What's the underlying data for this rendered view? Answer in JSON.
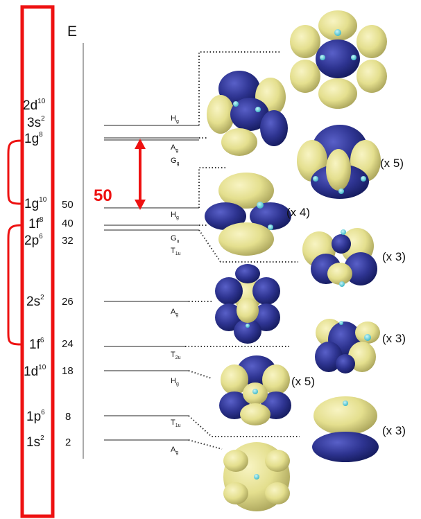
{
  "axis_label": "E",
  "gap_label": "50",
  "colors": {
    "frame": "#ee1111",
    "orbital_yellow": "#e4df8e",
    "orbital_blue": "#2e3491",
    "atom": "#59d2dd"
  },
  "shells": [
    {
      "main": "2d",
      "sup": "10"
    },
    {
      "main": "3s",
      "sup": "2"
    },
    {
      "main": "1g",
      "sup": "8"
    },
    {
      "main": "1g",
      "sup": "10"
    },
    {
      "main": "1f",
      "sup": "8"
    },
    {
      "main": "2p",
      "sup": "6"
    },
    {
      "main": "2s",
      "sup": "2"
    },
    {
      "main": "1f",
      "sup": "6"
    },
    {
      "main": "1d",
      "sup": "10"
    },
    {
      "main": "1p",
      "sup": "6"
    },
    {
      "main": "1s",
      "sup": "2"
    }
  ],
  "electron_counts": [
    "50",
    "40",
    "32",
    "26",
    "24",
    "18",
    "8",
    "2"
  ],
  "levels": [
    {
      "main": "H",
      "sub": "g"
    },
    {
      "main": "A",
      "sub": "g"
    },
    {
      "main": "G",
      "sub": "g"
    },
    {
      "main": "H",
      "sub": "g"
    },
    {
      "main": "G",
      "sub": "u"
    },
    {
      "main": "T",
      "sub": "1u"
    },
    {
      "main": "A",
      "sub": "g"
    },
    {
      "main": "T",
      "sub": "2u"
    },
    {
      "main": "H",
      "sub": "g"
    },
    {
      "main": "T",
      "sub": "1u"
    },
    {
      "main": "A",
      "sub": "g"
    }
  ],
  "multiplicities": [
    "(x 5)",
    "(x 4)",
    "(x 3)",
    "(x 3)",
    "(x 5)",
    "(x 3)"
  ],
  "orbitals": [
    "orbital-top-right",
    "orbital-upper-left",
    "orbital-x5-right",
    "orbital-x4-left",
    "orbital-x3-right",
    "orbital-mid-left",
    "orbital-x3-right-lower",
    "orbital-x5-left",
    "orbital-x3-bottom-right",
    "orbital-bottom"
  ]
}
